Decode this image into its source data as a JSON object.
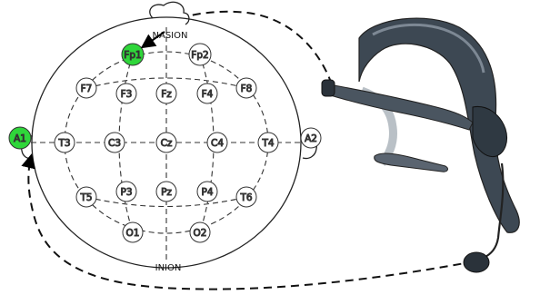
{
  "landmarks": {
    "nasion": "NASION",
    "inion": "INION"
  },
  "electrodes": {
    "fp1": "Fp1",
    "fp2": "Fp2",
    "f7": "F7",
    "f3": "F3",
    "fz": "Fz",
    "f4": "F4",
    "f8": "F8",
    "a1": "A1",
    "t3": "T3",
    "c3": "C3",
    "cz": "Cz",
    "c4": "C4",
    "t4": "T4",
    "a2": "A2",
    "t5": "T5",
    "p3": "P3",
    "pz": "Pz",
    "p4": "P4",
    "t6": "T6",
    "o1": "O1",
    "o2": "O2"
  },
  "colors": {
    "active_electrode": "#2fd63a",
    "electrode_fill": "#ffffff",
    "line": "#222222",
    "headset_body": "#3d4853",
    "headset_band": "#5a6470",
    "headset_silver": "#b9c0c6"
  },
  "icons": {
    "headset": "eeg-headset-icon"
  }
}
